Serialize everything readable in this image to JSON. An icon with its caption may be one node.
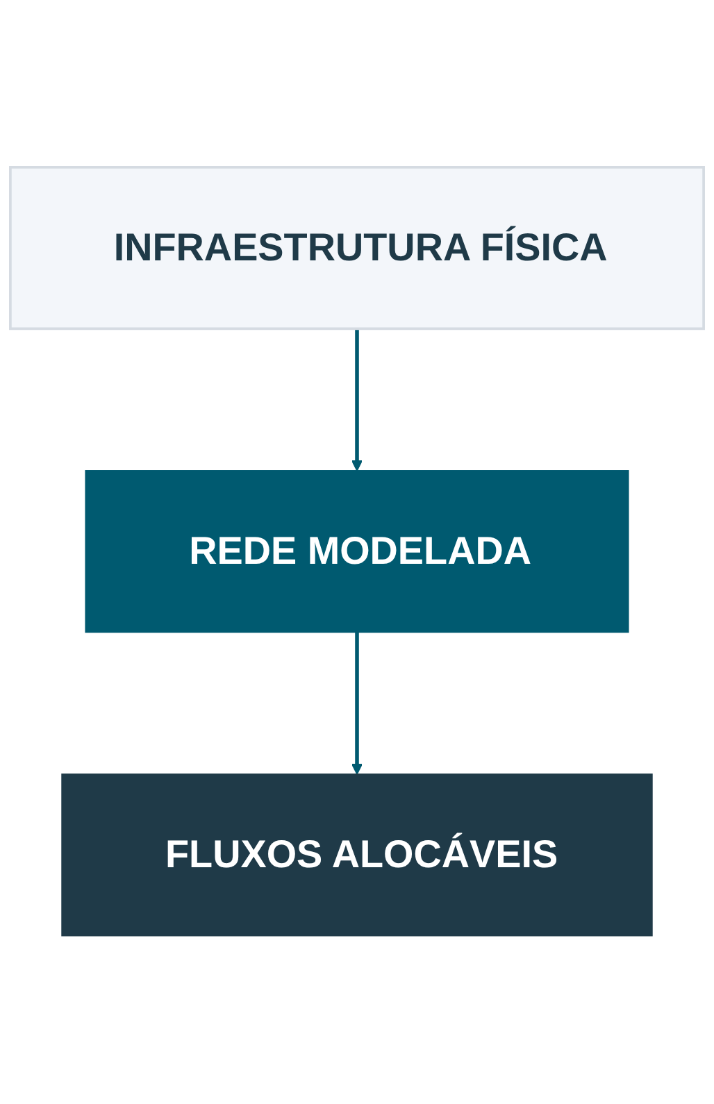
{
  "diagram": {
    "nodes": [
      {
        "text": [
          "INFRAESTRUTURA FÍSICA"
        ]
      },
      {
        "text": [
          "REDE MODELADA"
        ]
      },
      {
        "text": [
          "FLUXOS ALOCÁVEIS"
        ]
      }
    ],
    "edges": [
      {
        "from": 0,
        "to": 1,
        "arrow": "to"
      },
      {
        "from": 1,
        "to": 2,
        "arrow": "to"
      }
    ]
  }
}
